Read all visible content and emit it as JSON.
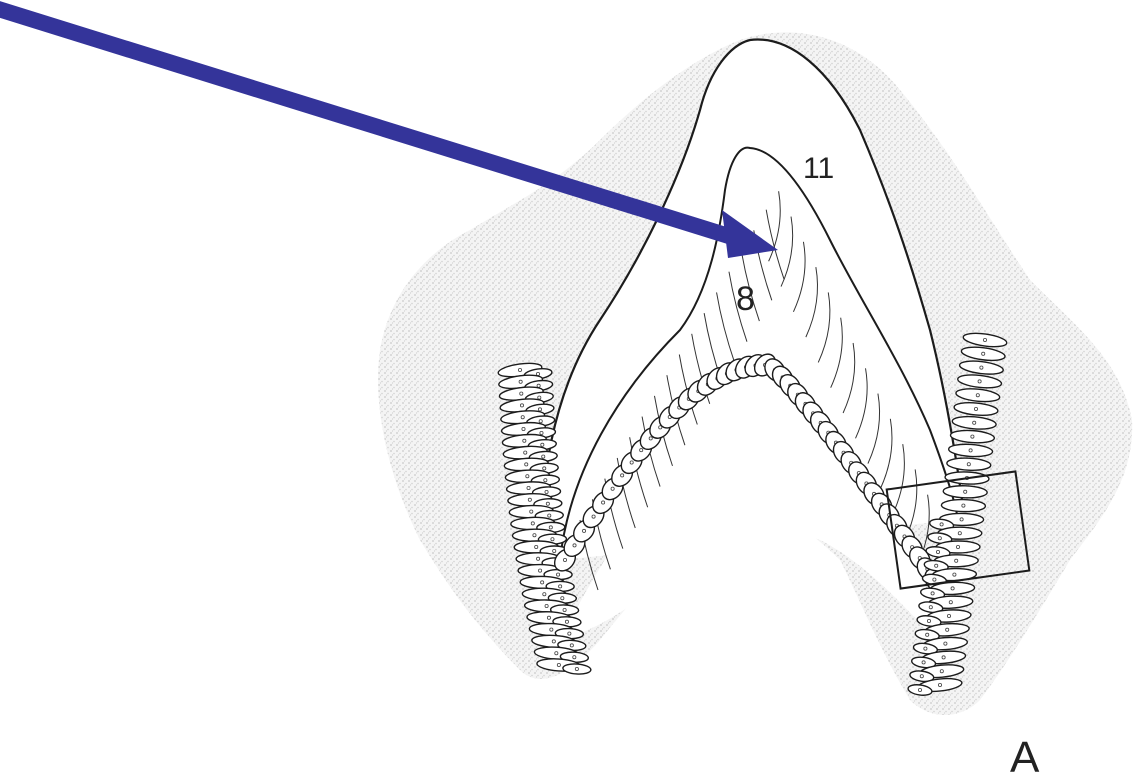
{
  "diagram": {
    "labels": {
      "outer_layer": "11",
      "inner_layer": "8",
      "panel": "A"
    }
  },
  "colors": {
    "arrow": "#34349a",
    "ink": "#1c1c1c",
    "stipple": "#d6d6d6"
  },
  "icons": {
    "pointer_arrow": "arrow-icon",
    "inset_box": "rectangle-outline"
  }
}
